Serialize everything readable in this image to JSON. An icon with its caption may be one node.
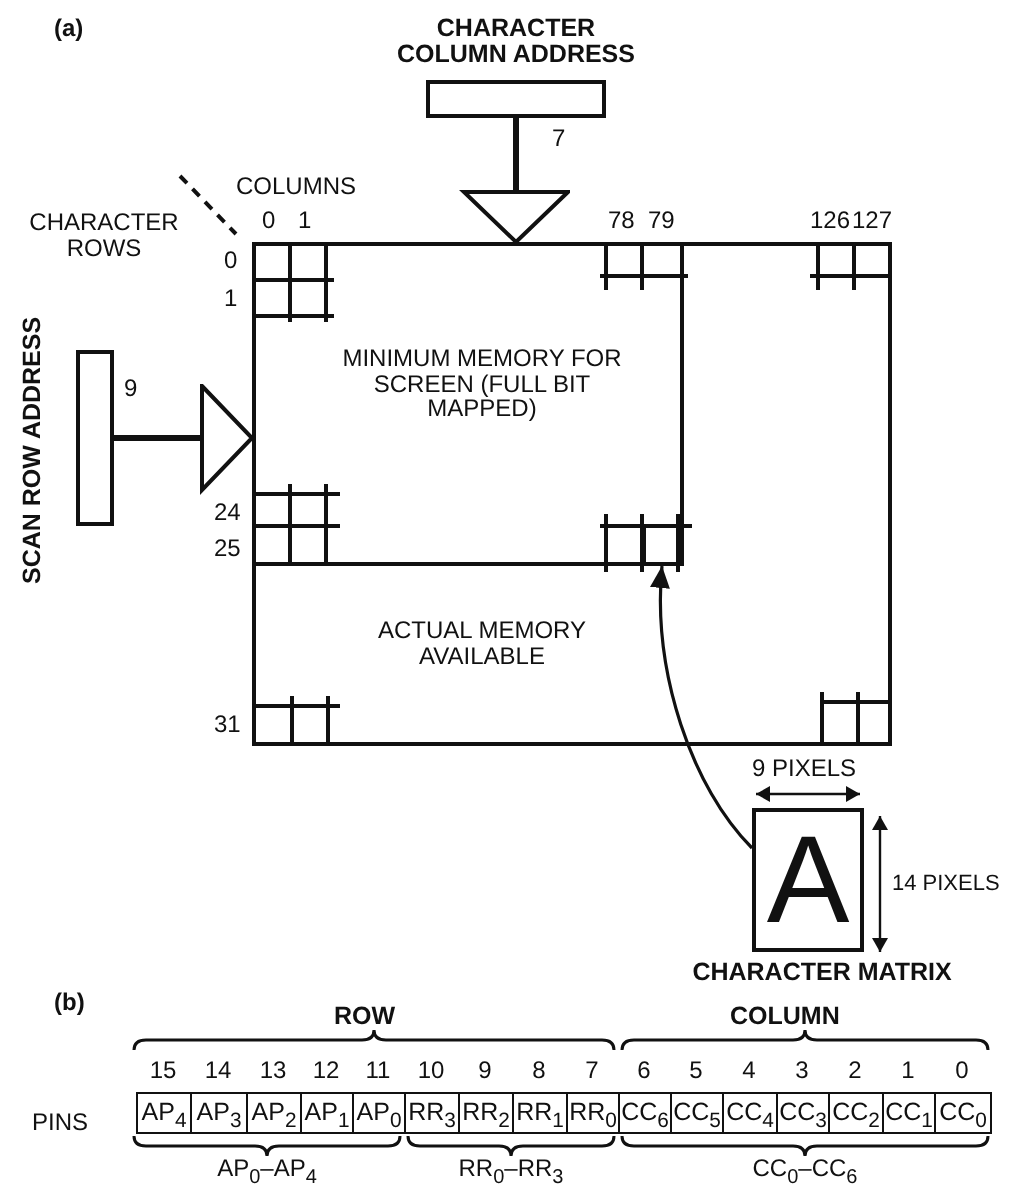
{
  "diagram": {
    "nodes": [
      {
        "text": [
          "CHARACTER COLUMN ADDRESS"
        ],
        "beside": [
          "7"
        ]
      },
      {
        "text": [
          "SCAN ROW ADDRESS"
        ],
        "beside": [
          "9"
        ]
      },
      {
        "text": [
          "ACTUAL MEMORY AVAILABLE"
        ]
      },
      {
        "text": [
          "MINIMUM MEMORY FOR SCREEN (FULL BIT MAPPED)"
        ],
        "in": 2
      },
      {
        "text": [],
        "shape": "box",
        "in": 3
      },
      {
        "text": [
          "A",
          "CHARACTER MATRIX"
        ]
      }
    ],
    "edges": [
      {
        "from": 0,
        "to": 2,
        "arrow": "to"
      },
      {
        "from": 1,
        "to": 2,
        "arrow": "to"
      },
      {
        "from": 5,
        "to": 4,
        "arrow": "to"
      }
    ],
    "labels": [
      "(a)",
      "COLUMNS",
      "CHARACTER ROWS",
      "0",
      "1",
      "78",
      "79",
      "126",
      "127",
      "0",
      "1",
      "24",
      "25",
      "31",
      "9 PIXELS",
      "14 PIXELS",
      "(b)",
      "ROW",
      "COLUMN",
      "15",
      "14",
      "13",
      "12",
      "11",
      "10",
      "9",
      "8",
      "7",
      "6",
      "5",
      "4",
      "3",
      "2",
      "1",
      "0",
      "PINS",
      "AP$_{4}$",
      "AP$_{3}$",
      "AP$_{2}$",
      "AP$_{1}$",
      "AP$_{0}$",
      "RR$_{3}$",
      "RR$_{2}$",
      "RR$_{1}$",
      "RR$_{0}$",
      "CC$_{6}$",
      "CC$_{5}$",
      "CC$_{4}$",
      "CC$_{3}$",
      "CC$_{2}$",
      "CC$_{1}$",
      "CC$_{0}$",
      "AP$_{0}$–AP$_{4}$",
      "RR$_{0}$–RR$_{3}$",
      "CC$_{0}$–CC$_{6}$"
    ]
  }
}
